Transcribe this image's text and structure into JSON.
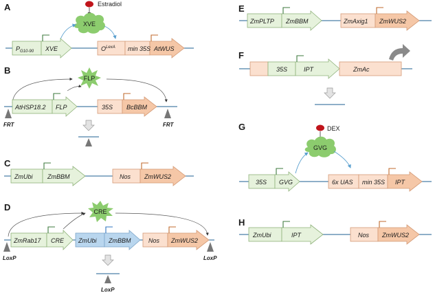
{
  "panels": {
    "a": {
      "letter": "A",
      "ligand": "Estradiol",
      "protein": "XVE",
      "seg1_prefix": "P",
      "seg1_sub": "G10-90",
      "seg2": "XVE",
      "seg3_prefix": "O",
      "seg3_sup": "LexA",
      "seg4": "min 35S",
      "seg5": "AtWUS"
    },
    "b": {
      "letter": "B",
      "protein": "FLP",
      "seg1": "AtHSP18.2",
      "seg2": "FLP",
      "seg3": "35S",
      "seg4": "BcBBM",
      "site_left": "FRT",
      "site_right": "FRT"
    },
    "c": {
      "letter": "C",
      "seg1": "ZmUbi",
      "seg2": "ZmBBM",
      "seg3": "Nos",
      "seg4": "ZmWUS2"
    },
    "d": {
      "letter": "D",
      "protein": "CRE",
      "seg1": "ZmRab17",
      "seg2": "CRE",
      "seg3": "ZmUbi",
      "seg4": "ZmBBM",
      "seg5": "Nos",
      "seg6": "ZmWUS2",
      "site_left": "LoxP",
      "site_right": "LoxP",
      "site_result": "LoxP"
    },
    "e": {
      "letter": "E",
      "seg1": "ZmPLTP",
      "seg2": "ZmBBM",
      "seg3": "ZmAxig1",
      "seg4": "ZmWUS2"
    },
    "f": {
      "letter": "F",
      "seg1": "35S",
      "seg2": "IPT",
      "seg3": "ZmAc"
    },
    "g": {
      "letter": "G",
      "ligand": "DEX",
      "protein": "GVG",
      "seg1": "35S",
      "seg2": "GVG",
      "seg3": "6x UAS",
      "seg4": "min 35S",
      "seg5": "IPT"
    },
    "h": {
      "letter": "H",
      "seg1": "ZmUbi",
      "seg2": "IPT",
      "seg3": "Nos",
      "seg4": "ZmWUS2"
    }
  },
  "colors": {
    "promoter_green": "#e6f2dc",
    "gene_orange": "#f5c7a7",
    "promoter_orange": "#fbe0cf",
    "ubi_blue": "#b9d6ee",
    "recombinase_green": "#8ccc6e",
    "ligand_red": "#c0141b",
    "backbone": "#4a7fa8"
  }
}
